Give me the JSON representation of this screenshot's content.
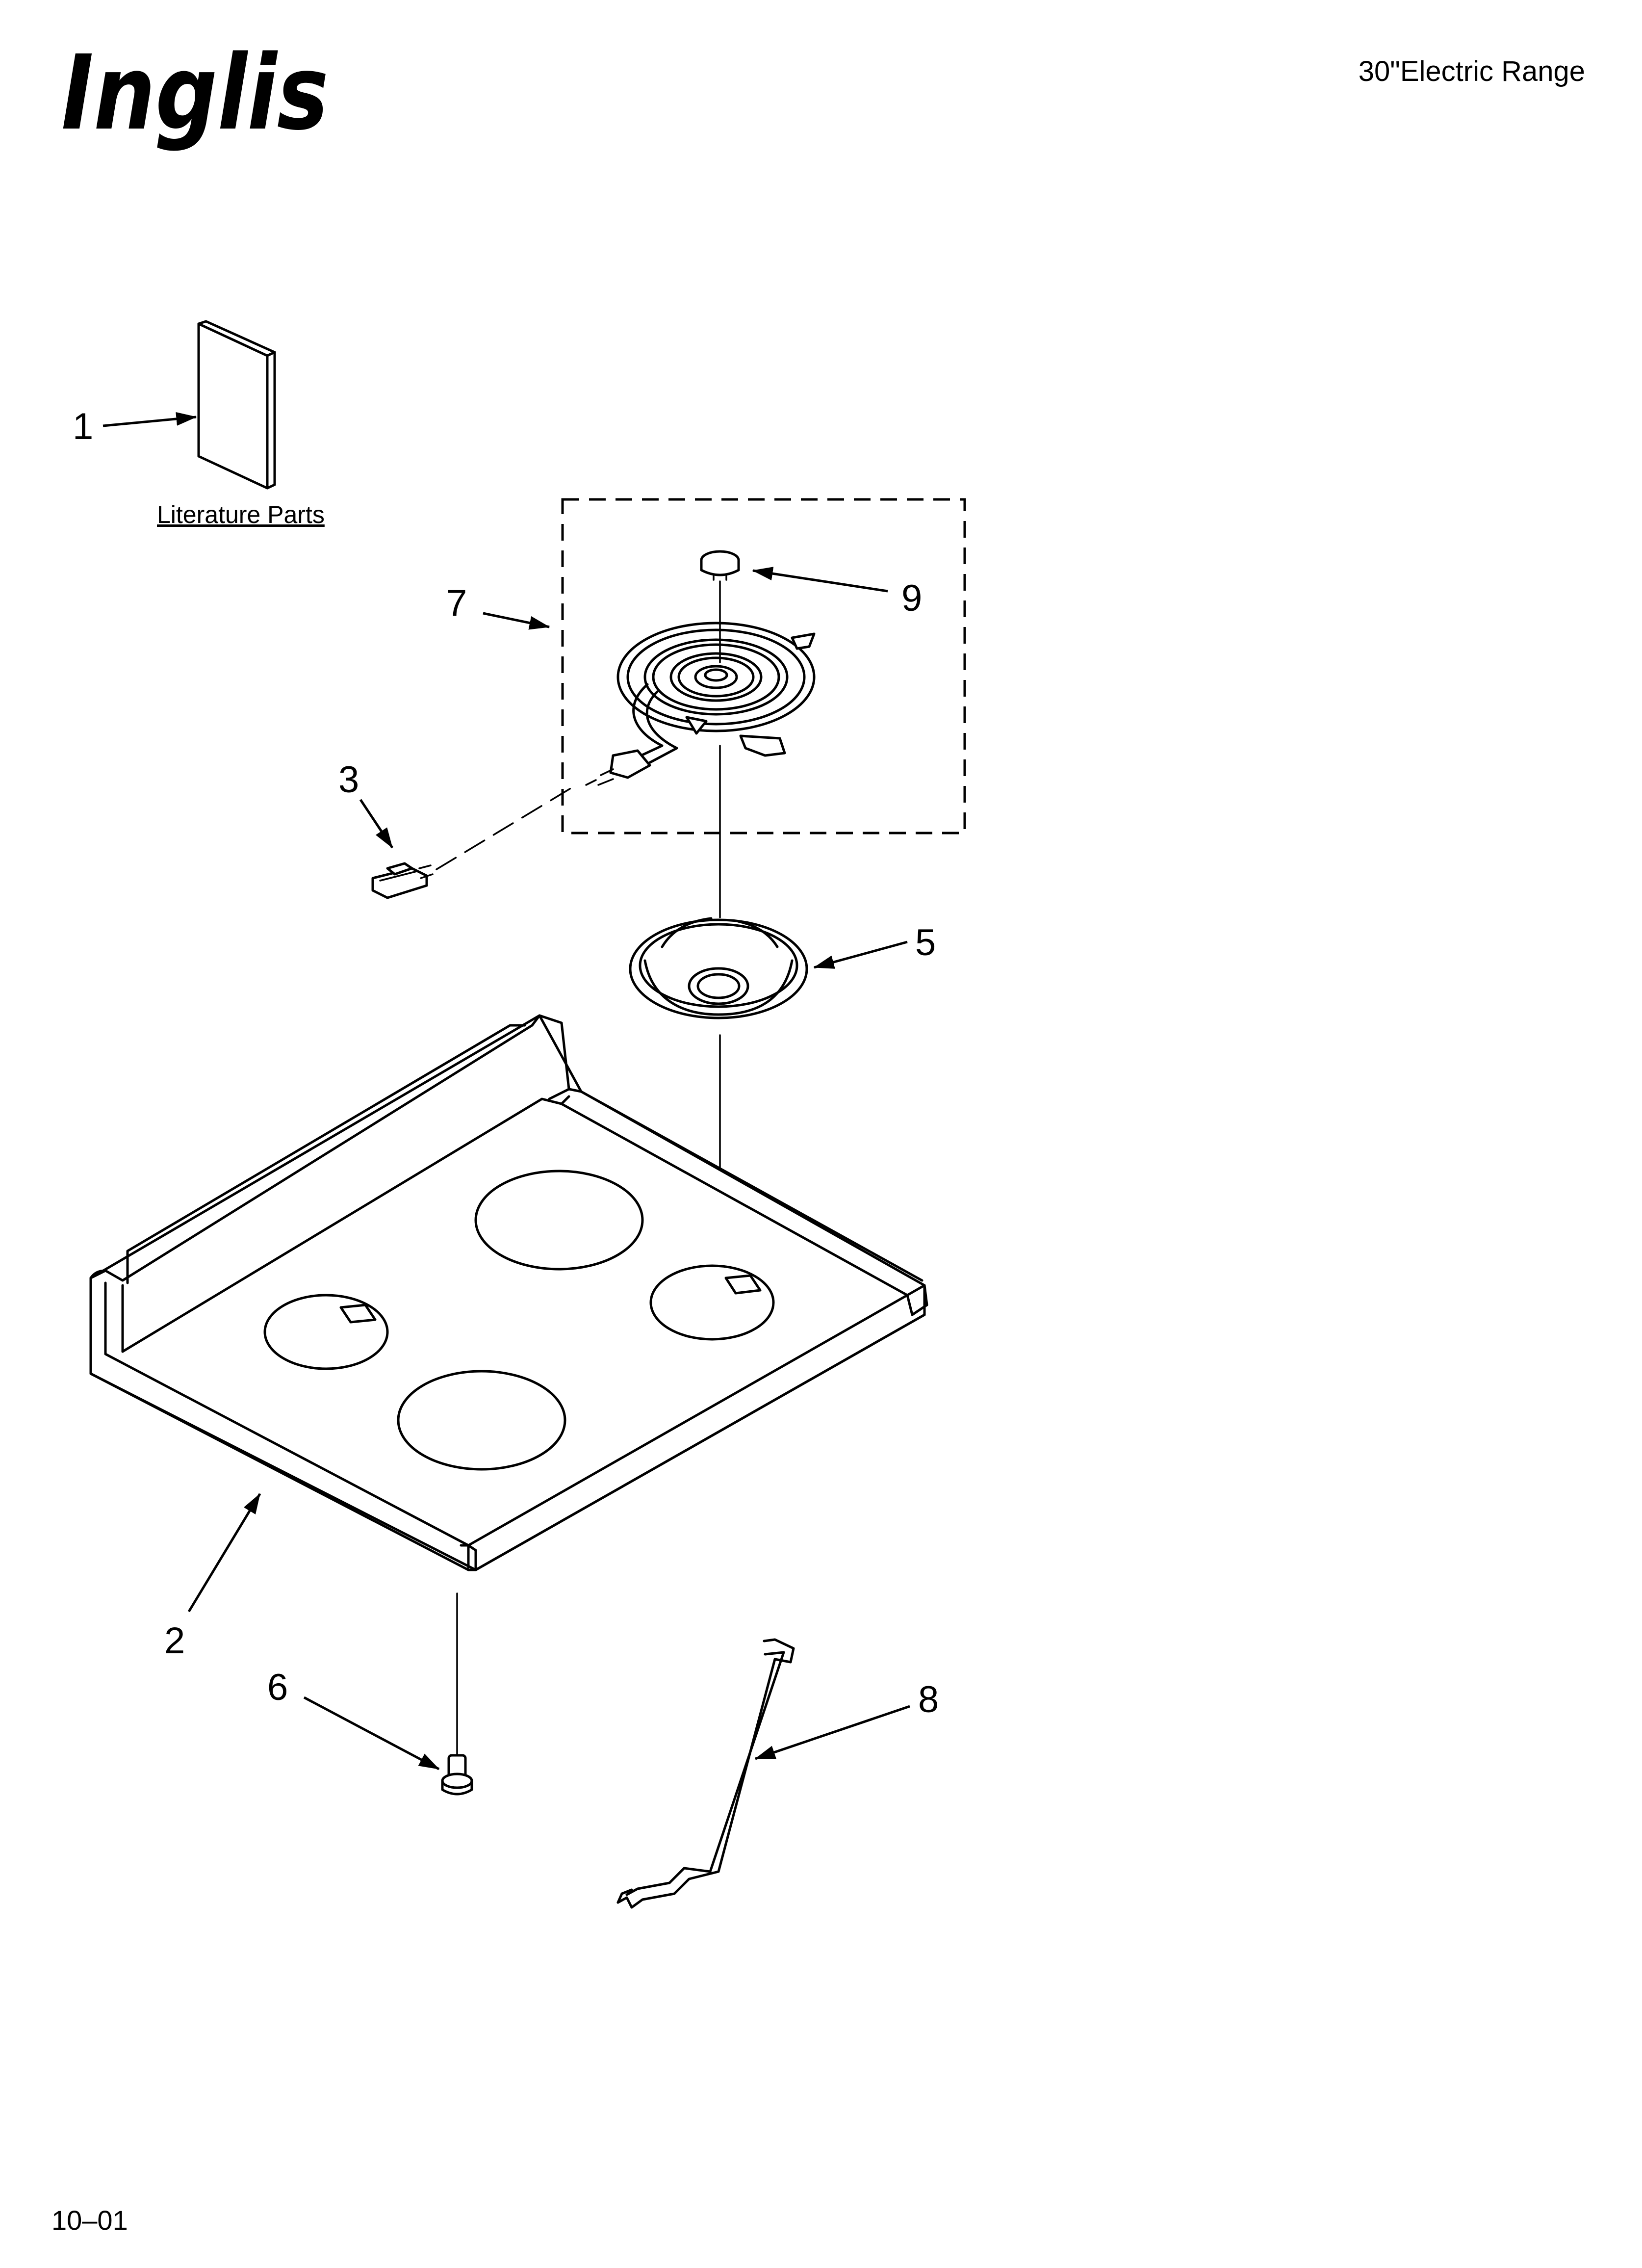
{
  "brand": "Inglis",
  "header": {
    "title": "30\"Electric Range"
  },
  "literature_label": "Literature Parts",
  "callouts": {
    "c1": "1",
    "c2": "2",
    "c3": "3",
    "c5": "5",
    "c6": "6",
    "c7": "7",
    "c8": "8",
    "c9": "9"
  },
  "footer": {
    "code": "10–01"
  }
}
